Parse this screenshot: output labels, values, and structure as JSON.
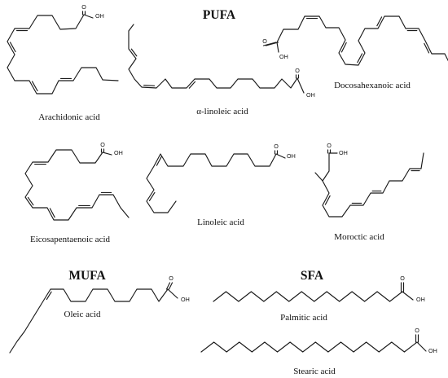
{
  "groups": {
    "pufa": "PUFA",
    "mufa": "MUFA",
    "sfa": "SFA"
  },
  "atom_labels": {
    "oxygen": "O",
    "hydroxyl": "OH"
  },
  "molecules": [
    {
      "id": "arachidonic",
      "name": "Arachidonic acid",
      "group": "PUFA"
    },
    {
      "id": "alpha-linoleic",
      "name": "α-linoleic acid",
      "group": "PUFA"
    },
    {
      "id": "docosahexanoic",
      "name": "Docosahexanoic acid",
      "group": "PUFA"
    },
    {
      "id": "eicosapentaenoic",
      "name": "Eicosapentaenoic acid",
      "group": "PUFA"
    },
    {
      "id": "linoleic",
      "name": "Linoleic acid",
      "group": "PUFA"
    },
    {
      "id": "moroctic",
      "name": "Moroctic acid",
      "group": "PUFA"
    },
    {
      "id": "oleic",
      "name": "Oleic acid",
      "group": "MUFA"
    },
    {
      "id": "palmitic",
      "name": "Palmitic acid",
      "group": "SFA"
    },
    {
      "id": "stearic",
      "name": "Stearic acid",
      "group": "SFA"
    }
  ]
}
